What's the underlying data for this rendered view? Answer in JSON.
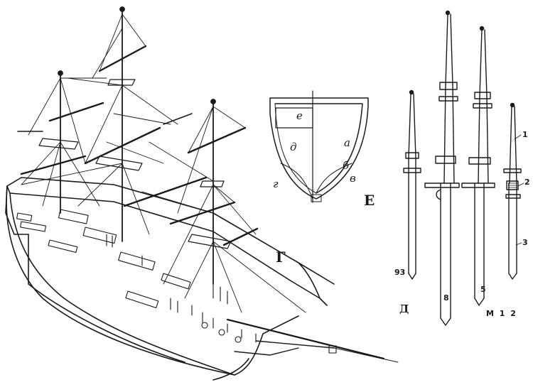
{
  "figure": {
    "ship_view_label": "Г",
    "masts_view_label": "Д",
    "frame_view_label": "Е",
    "scale_label": "М 1 2",
    "frame_letters": [
      "е",
      "д",
      "а",
      "б",
      "в",
      "г"
    ],
    "mast_numbers": [
      "1",
      "2",
      "3",
      "5",
      "8",
      "93"
    ],
    "palette": {
      "ink": "#1a1a1a",
      "paper": "#ffffff"
    }
  }
}
